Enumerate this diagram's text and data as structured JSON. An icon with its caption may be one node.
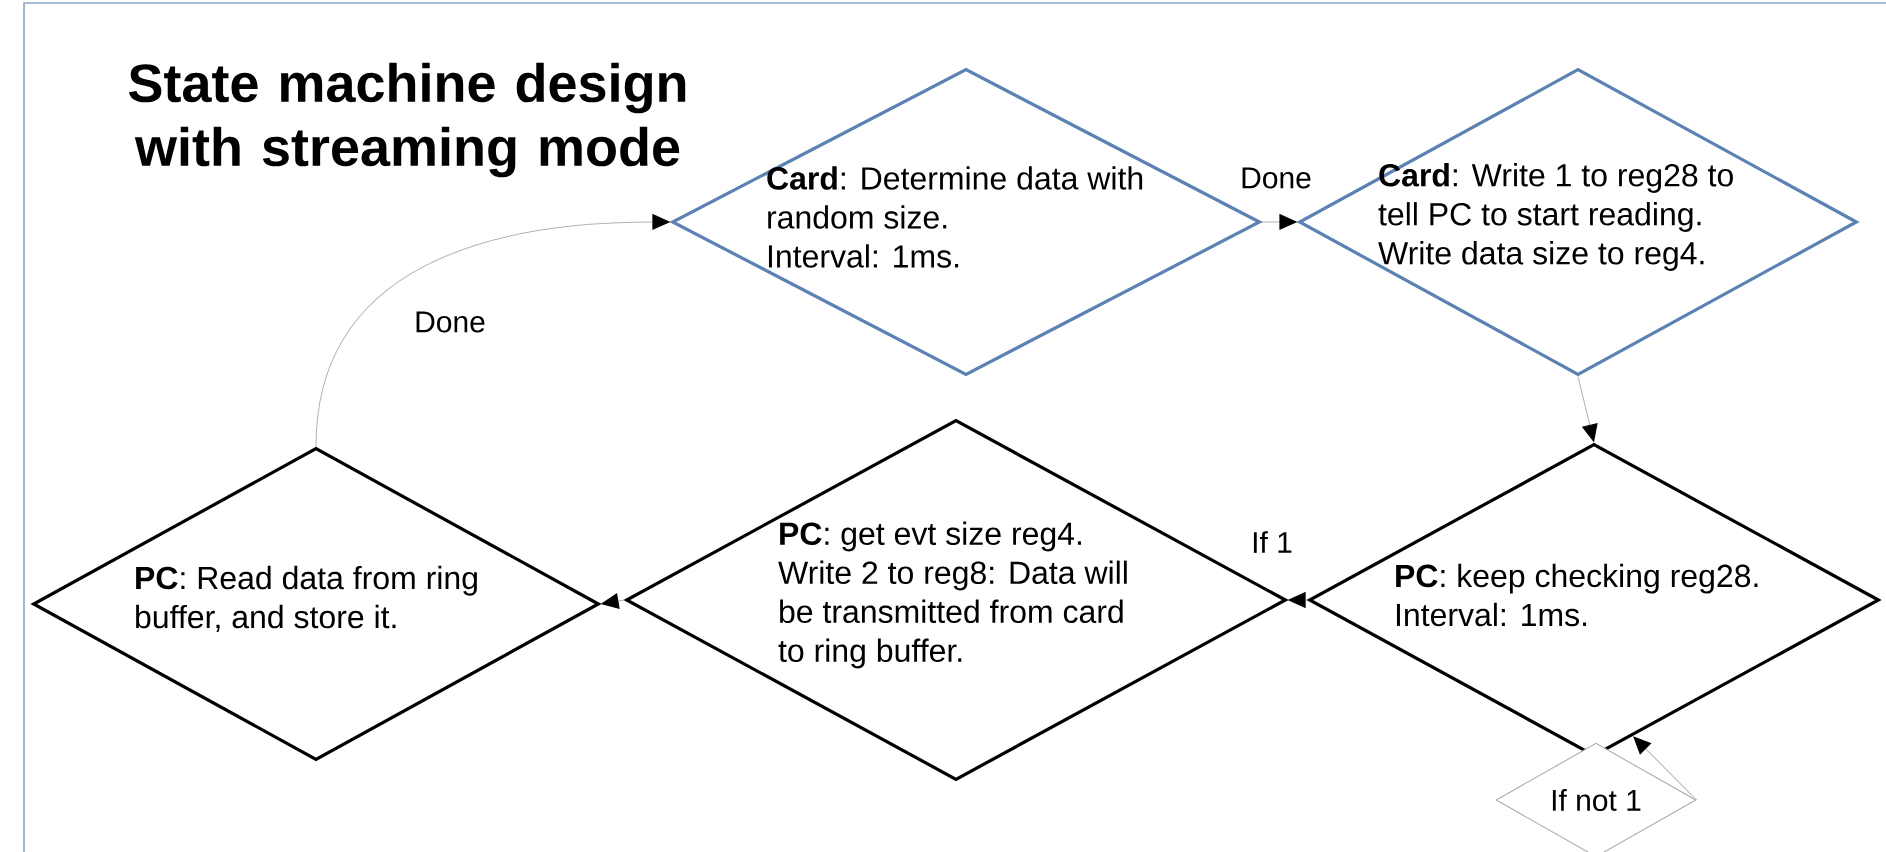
{
  "diagram": {
    "title": "State machine design with streaming mode",
    "nodes": [
      {
        "text": [
          "**Card**: Determine data with random size.",
          "Interval: 1ms."
        ]
      },
      {
        "text": [
          "**Card**: Write 1 to reg28 to tell PC to start reading.",
          "Write data size to reg4."
        ]
      },
      {
        "text": [
          "**PC**: keep checking reg28.",
          "Interval: 1ms."
        ]
      },
      {
        "text": [
          "**PC**: get evt size reg4.",
          "Write 2 to reg8: Data will be transmitted from card to ring buffer."
        ]
      },
      {
        "text": [
          "**PC**: Read data from ring buffer, and store it."
        ]
      },
      {
        "text": [
          "If not 1"
        ]
      }
    ],
    "edges": [
      {
        "from": 0,
        "to": 1,
        "arrow": "to",
        "label": "Done"
      },
      {
        "from": 1,
        "to": 2,
        "arrow": "to"
      },
      {
        "from": 2,
        "to": 3,
        "arrow": "to",
        "label": "If 1"
      },
      {
        "from": 3,
        "to": 4,
        "arrow": "to"
      },
      {
        "from": 4,
        "to": 0,
        "arrow": "to",
        "label": "Done"
      },
      {
        "from": 5,
        "to": 2,
        "arrow": "to"
      }
    ]
  }
}
